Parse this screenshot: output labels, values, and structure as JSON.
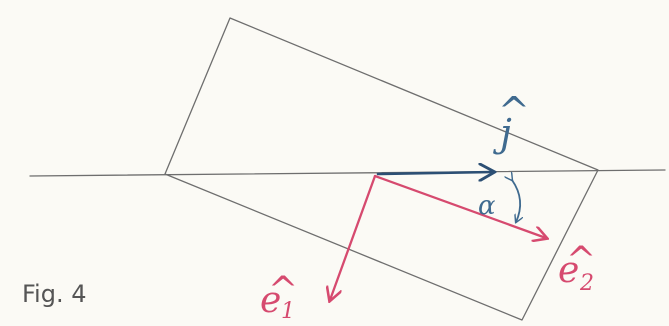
{
  "figure": {
    "caption": "Fig. 4",
    "labels": {
      "e1": {
        "base": "e",
        "subscript": "1",
        "hat": "^"
      },
      "e2": {
        "base": "e",
        "subscript": "2",
        "hat": "^"
      },
      "j": {
        "base": "j",
        "hat": "^"
      },
      "angle": "α"
    },
    "colors": {
      "pencil": "#6e6e6e",
      "basis_vectors": "#d64a6f",
      "j_vector": "#2c4f74",
      "paper": "#fbfaf5"
    }
  }
}
